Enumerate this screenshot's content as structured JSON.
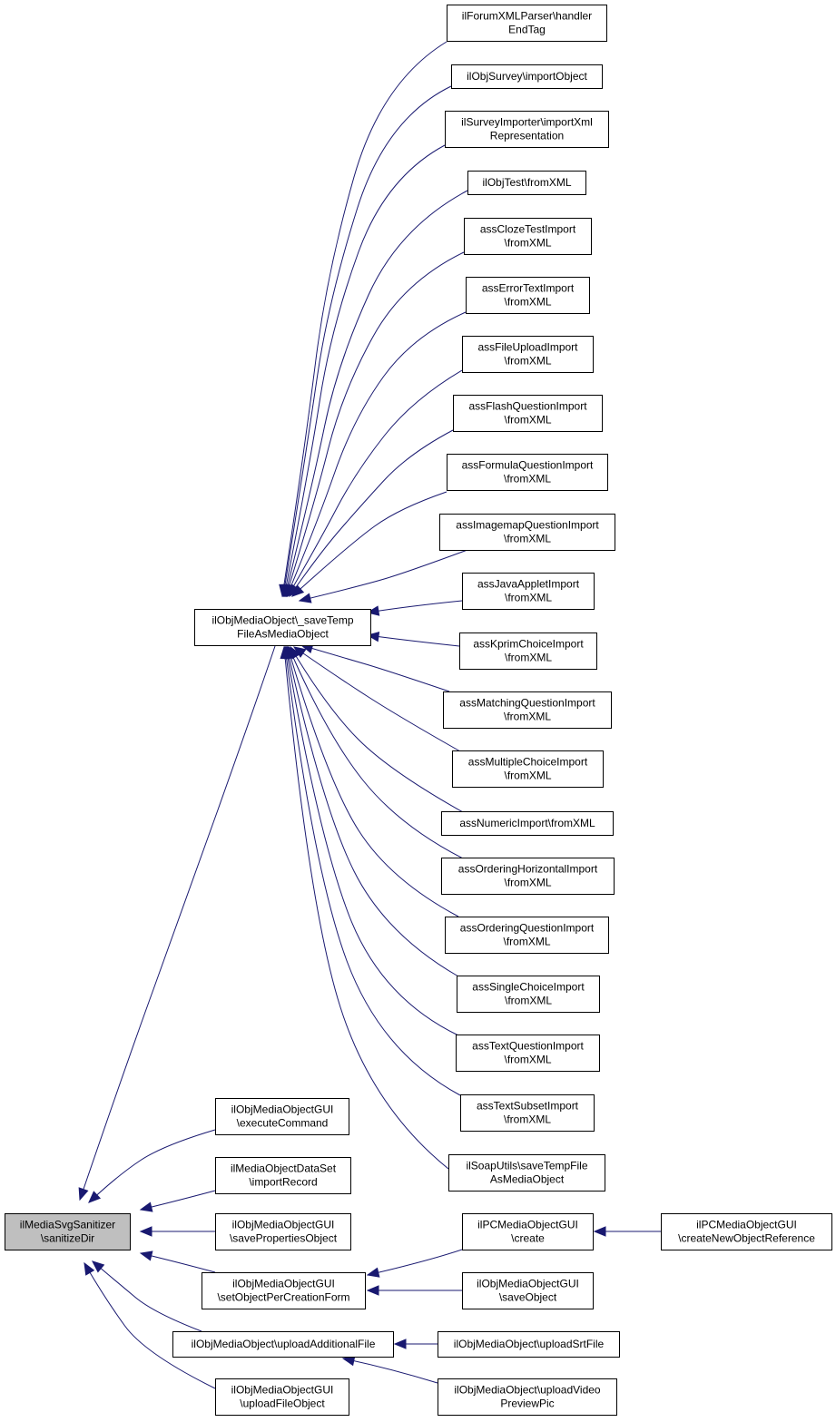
{
  "diagram": {
    "type": "call-graph",
    "nodes": [
      {
        "id": "n0",
        "lines": [
          "ilMediaSvgSanitizer",
          "\\sanitizeDir"
        ],
        "root": true
      },
      {
        "id": "n1",
        "lines": [
          "ilObjMediaObject\\_saveTemp",
          "FileAsMediaObject"
        ]
      },
      {
        "id": "n2",
        "lines": [
          "ilObjMediaObjectGUI",
          "\\executeCommand"
        ]
      },
      {
        "id": "n3",
        "lines": [
          "ilMediaObjectDataSet",
          "\\importRecord"
        ]
      },
      {
        "id": "n4",
        "lines": [
          "ilObjMediaObjectGUI",
          "\\savePropertiesObject"
        ]
      },
      {
        "id": "n5",
        "lines": [
          "ilObjMediaObjectGUI",
          "\\setObjectPerCreationForm"
        ]
      },
      {
        "id": "n6",
        "lines": [
          "ilObjMediaObject\\uploadAdditionalFile"
        ]
      },
      {
        "id": "n7",
        "lines": [
          "ilObjMediaObjectGUI",
          "\\uploadFileObject"
        ]
      },
      {
        "id": "c1",
        "lines": [
          "ilForumXMLParser\\handler",
          "EndTag"
        ]
      },
      {
        "id": "c2",
        "lines": [
          "ilObjSurvey\\importObject"
        ]
      },
      {
        "id": "c3",
        "lines": [
          "ilSurveyImporter\\importXml",
          "Representation"
        ]
      },
      {
        "id": "c4",
        "lines": [
          "ilObjTest\\fromXML"
        ]
      },
      {
        "id": "c5",
        "lines": [
          "assClozeTestImport",
          "\\fromXML"
        ]
      },
      {
        "id": "c6",
        "lines": [
          "assErrorTextImport",
          "\\fromXML"
        ]
      },
      {
        "id": "c7",
        "lines": [
          "assFileUploadImport",
          "\\fromXML"
        ]
      },
      {
        "id": "c8",
        "lines": [
          "assFlashQuestionImport",
          "\\fromXML"
        ]
      },
      {
        "id": "c9",
        "lines": [
          "assFormulaQuestionImport",
          "\\fromXML"
        ]
      },
      {
        "id": "c10",
        "lines": [
          "assImagemapQuestionImport",
          "\\fromXML"
        ]
      },
      {
        "id": "c11",
        "lines": [
          "assJavaAppletImport",
          "\\fromXML"
        ]
      },
      {
        "id": "c12",
        "lines": [
          "assKprimChoiceImport",
          "\\fromXML"
        ]
      },
      {
        "id": "c13",
        "lines": [
          "assMatchingQuestionImport",
          "\\fromXML"
        ]
      },
      {
        "id": "c14",
        "lines": [
          "assMultipleChoiceImport",
          "\\fromXML"
        ]
      },
      {
        "id": "c15",
        "lines": [
          "assNumericImport\\fromXML"
        ]
      },
      {
        "id": "c16",
        "lines": [
          "assOrderingHorizontalImport",
          "\\fromXML"
        ]
      },
      {
        "id": "c17",
        "lines": [
          "assOrderingQuestionImport",
          "\\fromXML"
        ]
      },
      {
        "id": "c18",
        "lines": [
          "assSingleChoiceImport",
          "\\fromXML"
        ]
      },
      {
        "id": "c19",
        "lines": [
          "assTextQuestionImport",
          "\\fromXML"
        ]
      },
      {
        "id": "c20",
        "lines": [
          "assTextSubsetImport",
          "\\fromXML"
        ]
      },
      {
        "id": "c21",
        "lines": [
          "ilSoapUtils\\saveTempFile",
          "AsMediaObject"
        ]
      },
      {
        "id": "d1",
        "lines": [
          "ilPCMediaObjectGUI",
          "\\create"
        ]
      },
      {
        "id": "d2",
        "lines": [
          "ilObjMediaObjectGUI",
          "\\saveObject"
        ]
      },
      {
        "id": "d3",
        "lines": [
          "ilObjMediaObject\\uploadSrtFile"
        ]
      },
      {
        "id": "d4",
        "lines": [
          "ilObjMediaObject\\uploadVideo",
          "PreviewPic"
        ]
      },
      {
        "id": "e1",
        "lines": [
          "ilPCMediaObjectGUI",
          "\\createNewObjectReference"
        ]
      }
    ],
    "edges": [
      {
        "from": "n1",
        "to": "n0"
      },
      {
        "from": "n2",
        "to": "n0"
      },
      {
        "from": "n3",
        "to": "n0"
      },
      {
        "from": "n4",
        "to": "n0"
      },
      {
        "from": "n5",
        "to": "n0"
      },
      {
        "from": "n6",
        "to": "n0"
      },
      {
        "from": "n7",
        "to": "n0"
      },
      {
        "from": "c1",
        "to": "n1"
      },
      {
        "from": "c2",
        "to": "n1"
      },
      {
        "from": "c3",
        "to": "n1"
      },
      {
        "from": "c4",
        "to": "n1"
      },
      {
        "from": "c5",
        "to": "n1"
      },
      {
        "from": "c6",
        "to": "n1"
      },
      {
        "from": "c7",
        "to": "n1"
      },
      {
        "from": "c8",
        "to": "n1"
      },
      {
        "from": "c9",
        "to": "n1"
      },
      {
        "from": "c10",
        "to": "n1"
      },
      {
        "from": "c11",
        "to": "n1"
      },
      {
        "from": "c12",
        "to": "n1"
      },
      {
        "from": "c13",
        "to": "n1"
      },
      {
        "from": "c14",
        "to": "n1"
      },
      {
        "from": "c15",
        "to": "n1"
      },
      {
        "from": "c16",
        "to": "n1"
      },
      {
        "from": "c17",
        "to": "n1"
      },
      {
        "from": "c18",
        "to": "n1"
      },
      {
        "from": "c19",
        "to": "n1"
      },
      {
        "from": "c20",
        "to": "n1"
      },
      {
        "from": "c21",
        "to": "n1"
      },
      {
        "from": "d1",
        "to": "n5"
      },
      {
        "from": "d2",
        "to": "n5"
      },
      {
        "from": "d3",
        "to": "n6"
      },
      {
        "from": "d4",
        "to": "n6"
      },
      {
        "from": "e1",
        "to": "d1"
      }
    ],
    "colors": {
      "edge": "#191970",
      "root_fill": "#bfbfbf",
      "node_fill": "#ffffff",
      "node_border": "#000000"
    }
  }
}
